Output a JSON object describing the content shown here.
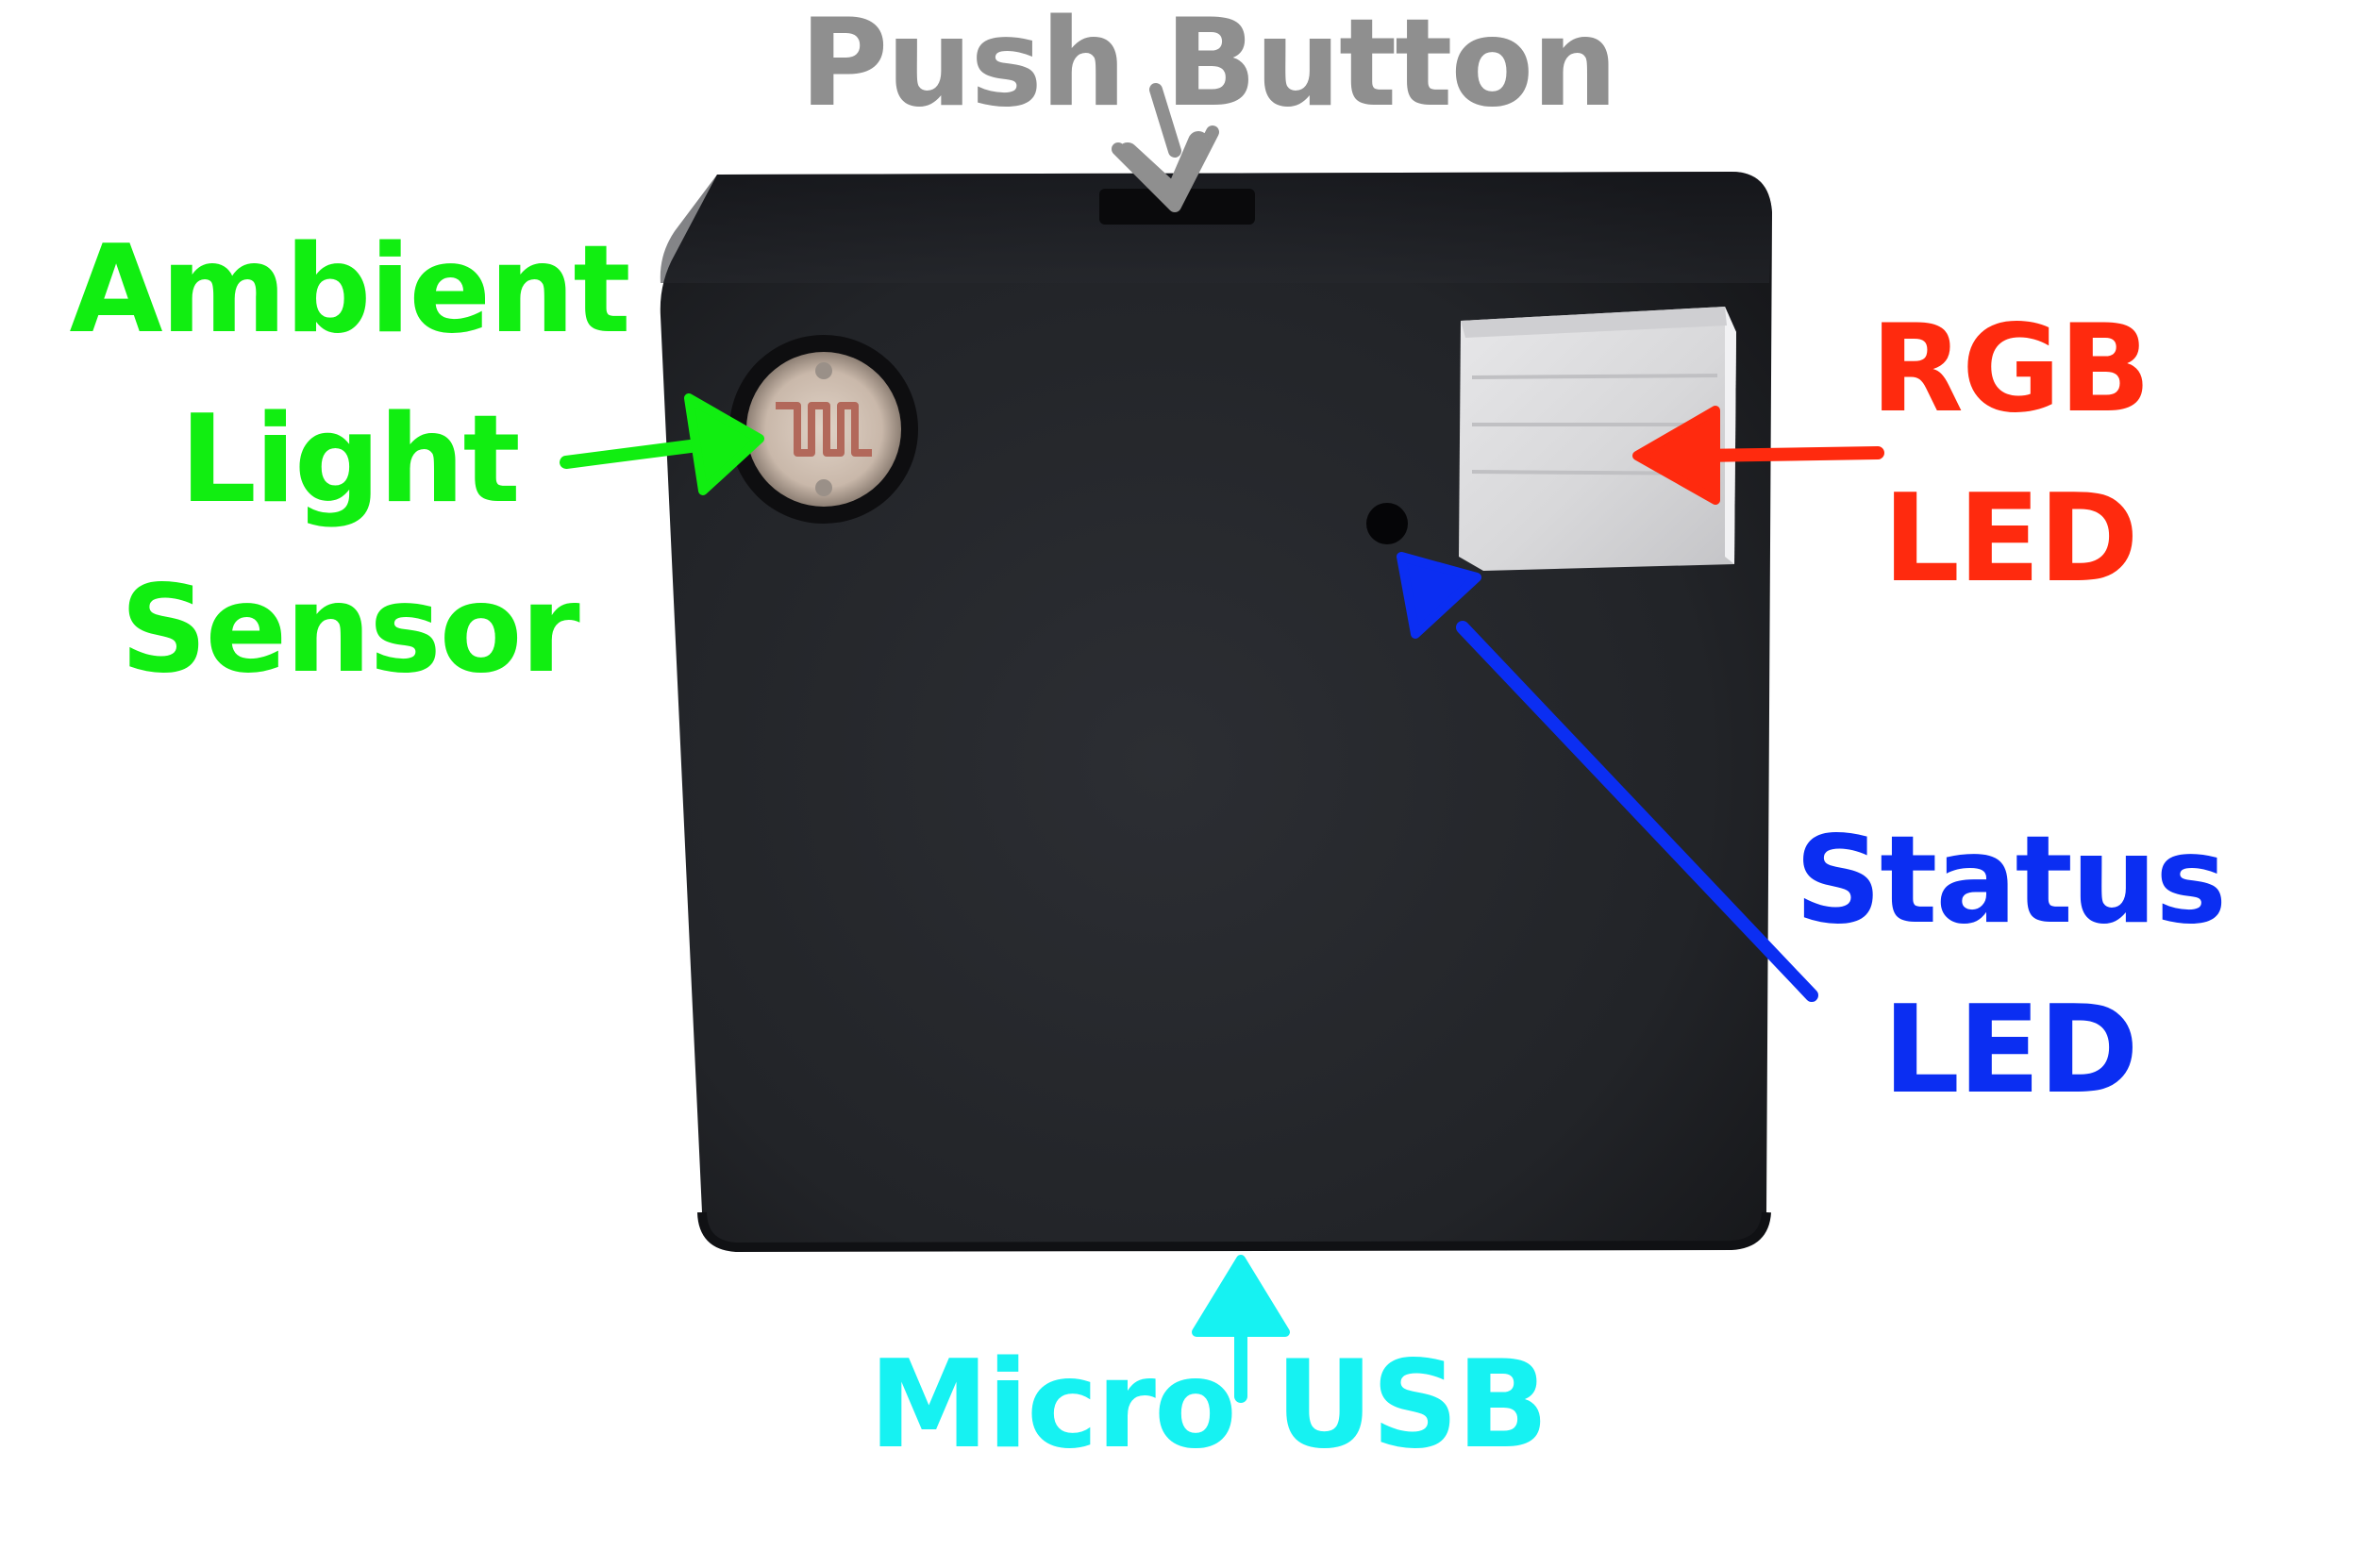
{
  "labels": {
    "push_button": "Push Button",
    "ambient": [
      "Ambient",
      "Light",
      "Sensor"
    ],
    "rgb": [
      "RGB",
      "LED"
    ],
    "status": [
      "Status",
      "LED"
    ],
    "micro_usb": "Micro USB"
  },
  "colors": {
    "push_button": "#8f8f8f",
    "ambient": "#11ee11",
    "rgb": "#ff2a0e",
    "status": "#0b2ef2",
    "micro_usb": "#16f2f2",
    "device_body": "#26282d"
  },
  "icons": [
    "push-button-arrow-icon",
    "ambient-arrow-icon",
    "rgb-arrow-icon",
    "status-arrow-icon",
    "usb-arrow-icon"
  ]
}
